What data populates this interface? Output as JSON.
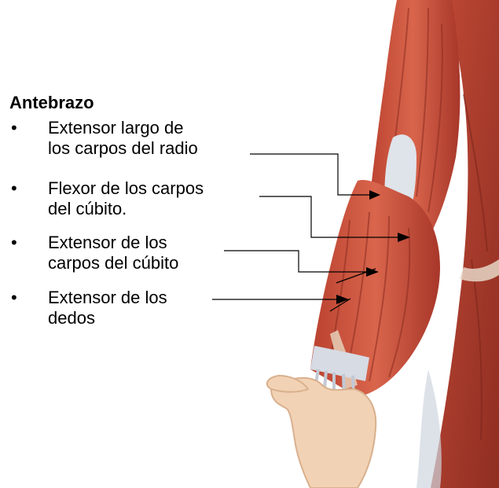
{
  "section_title": "Antebrazo",
  "bullet_symbol": "•",
  "items": [
    {
      "lines": [
        "Extensor largo de",
        "los carpos del radio"
      ]
    },
    {
      "lines": [
        "Flexor de los carpos",
        "del cúbito."
      ]
    },
    {
      "lines": [
        "Extensor de los",
        "carpos del cúbito"
      ]
    },
    {
      "lines": [
        "Extensor de los",
        "dedos"
      ]
    }
  ],
  "colors": {
    "muscle": "#c9533f",
    "muscle_dark": "#9e3528",
    "muscle_light": "#e08a72",
    "tendon": "#d9dde6",
    "skin": "#f2d7bd",
    "leader": "#000000"
  }
}
